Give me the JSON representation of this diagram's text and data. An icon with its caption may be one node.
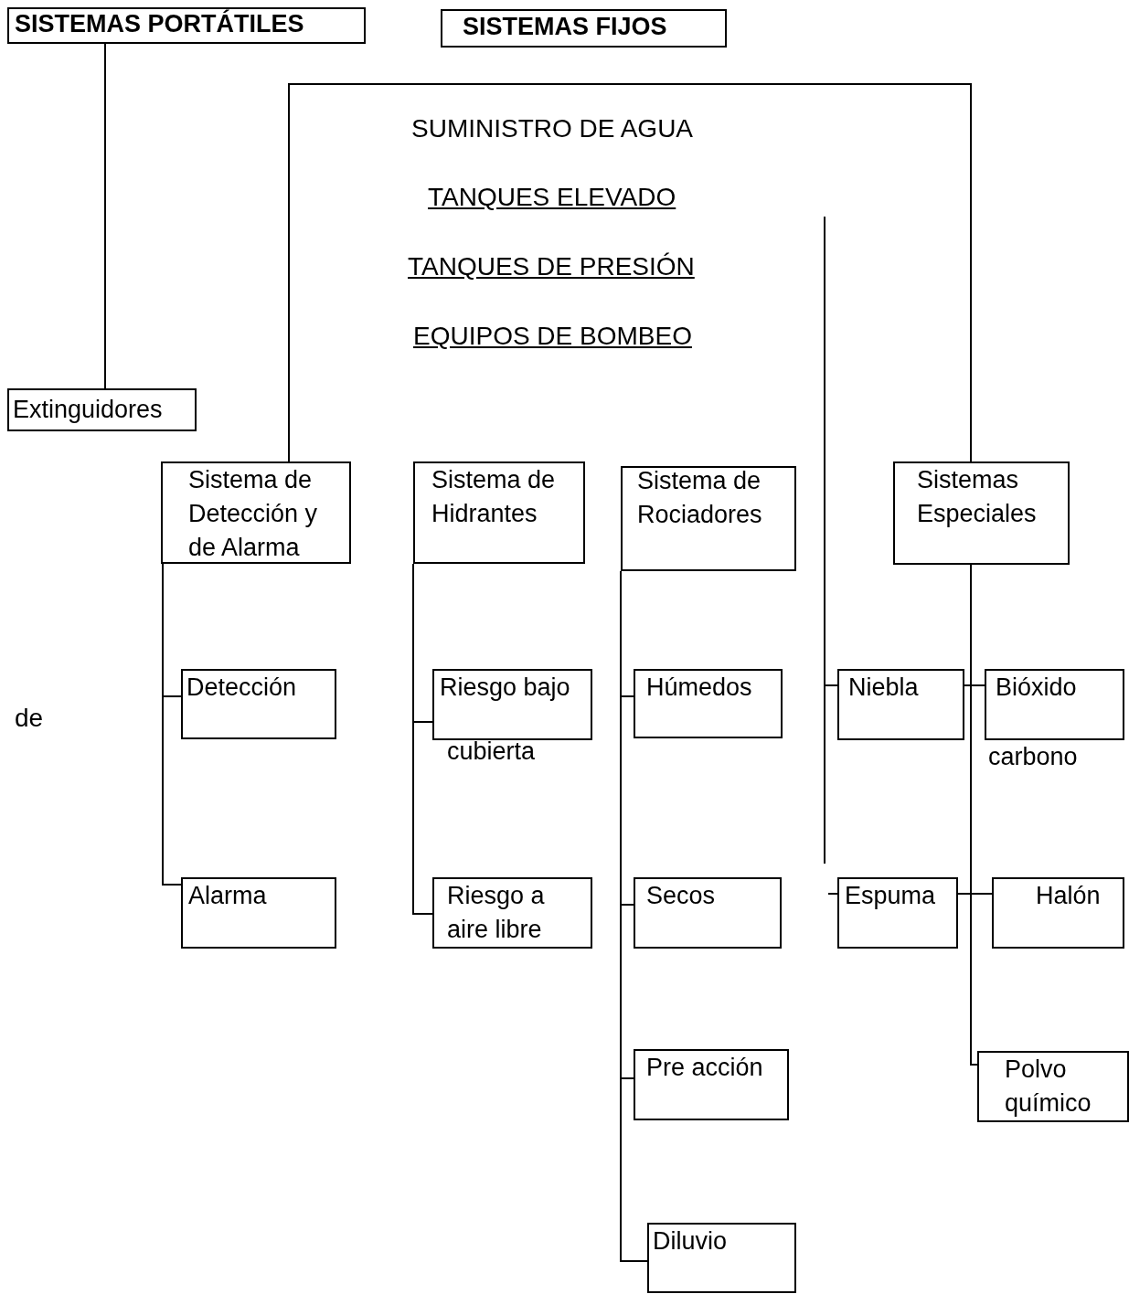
{
  "diagram": {
    "nodes": [
      {
        "text": [
          "SISTEMAS PORTÁTILES"
        ]
      },
      {
        "text": [
          "SISTEMAS FIJOS"
        ]
      },
      {
        "text": [
          "Extinguidores"
        ]
      },
      {
        "text": [
          "Sistema de Detección y de Alarma"
        ]
      },
      {
        "text": [
          "Sistema de Hidrantes"
        ]
      },
      {
        "text": [
          "Sistema de Rociadores"
        ]
      },
      {
        "text": [
          "Sistemas Especiales"
        ]
      },
      {
        "text": [
          "Detección"
        ]
      },
      {
        "text": [
          "Alarma"
        ]
      },
      {
        "text": [
          "Riesgo bajo",
          "cubierta"
        ]
      },
      {
        "text": [
          "Riesgo a aire libre"
        ]
      },
      {
        "text": [
          "Húmedos"
        ]
      },
      {
        "text": [
          "Secos"
        ]
      },
      {
        "text": [
          "Pre acción"
        ]
      },
      {
        "text": [
          "Diluvio"
        ]
      },
      {
        "text": [
          "Niebla"
        ]
      },
      {
        "text": [
          "Espuma"
        ]
      },
      {
        "text": [
          "Bióxido",
          "carbono"
        ]
      },
      {
        "text": [
          "Halón"
        ]
      },
      {
        "text": [
          "Polvo químico"
        ]
      }
    ],
    "edges": [
      {
        "from": 0,
        "to": 2,
        "arrow": "none"
      },
      {
        "from": 3,
        "to": 6,
        "arrow": "none"
      },
      {
        "from": 3,
        "to": 7,
        "arrow": "none"
      },
      {
        "from": 3,
        "to": 8,
        "arrow": "none"
      },
      {
        "from": 4,
        "to": 9,
        "arrow": "none"
      },
      {
        "from": 4,
        "to": 10,
        "arrow": "none"
      },
      {
        "from": 5,
        "to": 11,
        "arrow": "none"
      },
      {
        "from": 5,
        "to": 12,
        "arrow": "none"
      },
      {
        "from": 5,
        "to": 13,
        "arrow": "none"
      },
      {
        "from": 5,
        "to": 14,
        "arrow": "none"
      },
      {
        "from": null,
        "to": 15,
        "arrow": "none"
      },
      {
        "from": null,
        "to": 16,
        "arrow": "none"
      },
      {
        "from": 6,
        "to": 15,
        "arrow": "none"
      },
      {
        "from": 6,
        "to": 16,
        "arrow": "none"
      },
      {
        "from": 6,
        "to": 17,
        "arrow": "none"
      },
      {
        "from": 6,
        "to": 18,
        "arrow": "none"
      },
      {
        "from": 6,
        "to": 19,
        "arrow": "none"
      }
    ],
    "labels": [
      "SUMINISTRO DE AGUA",
      "TANQUES ELEVADO",
      "TANQUES DE PRESIÓN",
      "EQUIPOS DE BOMBEO",
      "de"
    ]
  }
}
